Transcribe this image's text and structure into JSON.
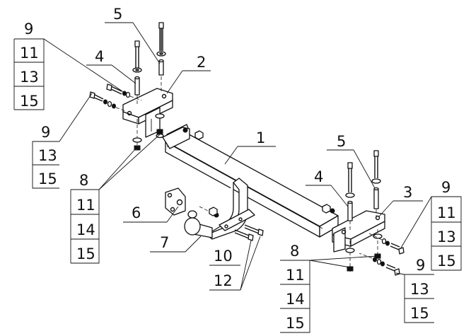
{
  "callouts": {
    "c9_tl": "9",
    "c11_tl": "11",
    "c13_tl": "13",
    "c15_tl": "15",
    "c5_top": "5",
    "c4_top": "4",
    "c2": "2",
    "c9_ml": "9",
    "c13_ml": "13",
    "c15_ml": "15",
    "c1": "1",
    "c8_l": "8",
    "c11_l": "11",
    "c14_l": "14",
    "c15_l": "15",
    "c6": "6",
    "c7": "7",
    "c10": "10",
    "c12": "12",
    "c5_r": "5",
    "c4_r": "4",
    "c3": "3",
    "c9_r": "9",
    "c11_r": "11",
    "c13_r": "13",
    "c15_r": "15",
    "c8_b": "8",
    "c11_b": "11",
    "c14_b": "14",
    "c15_b": "15",
    "c9_br": "9",
    "c13_br": "13",
    "c15_br": "15"
  }
}
